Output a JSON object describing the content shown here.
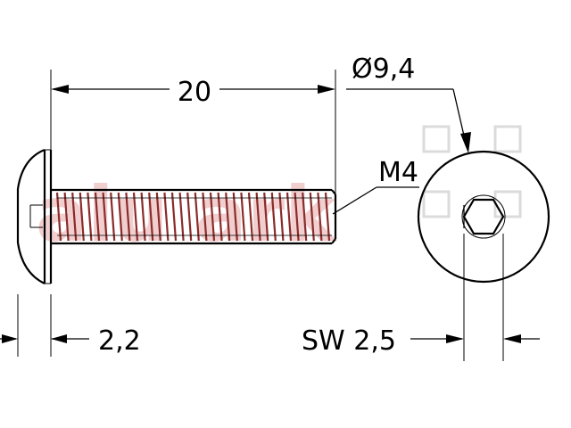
{
  "dimensions": {
    "length": "20",
    "diameter": "Ø9,4",
    "thread": "M4",
    "head_height": "2,2",
    "socket": "SW 2,5"
  },
  "colors": {
    "line": "#000000",
    "thread_fill": "#8b2b2b",
    "watermark": "#e6a8a8"
  }
}
